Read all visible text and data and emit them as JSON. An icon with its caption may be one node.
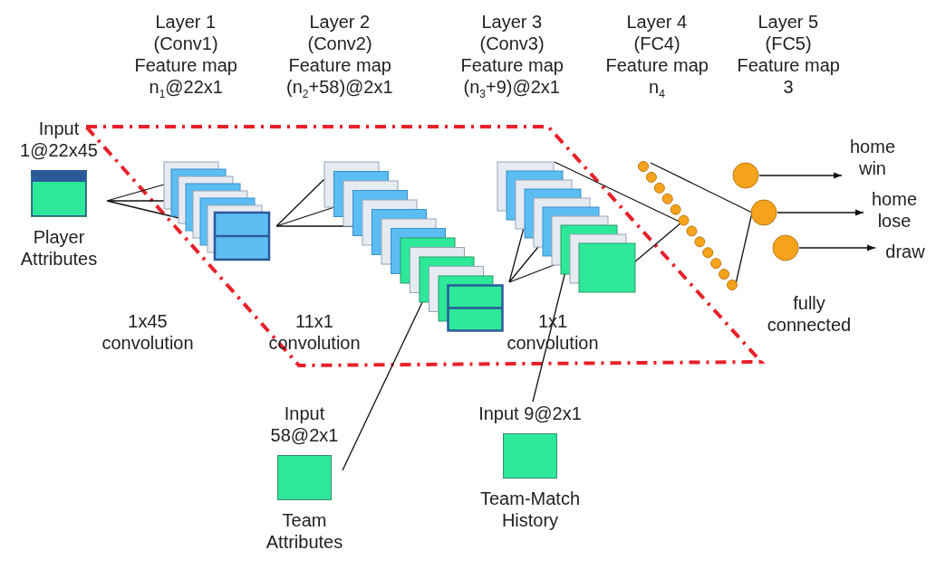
{
  "diagram": {
    "nodes": [
      {
        "text": [
          "Input 1@22x45",
          "Player Attributes"
        ]
      },
      {
        "text": [],
        "shape": "box"
      },
      {
        "text": [],
        "shape": "box"
      },
      {
        "text": [],
        "shape": "box"
      },
      {
        "text": [],
        "shape": "circle"
      },
      {
        "text": [],
        "shape": "circle"
      },
      {
        "text": [],
        "shape": "circle"
      },
      {
        "text": [],
        "shape": "circle"
      },
      {
        "text": [
          "home win"
        ]
      },
      {
        "text": [
          "home lose"
        ]
      },
      {
        "text": [
          "draw"
        ]
      },
      {
        "text": [
          "Input 58@2x1",
          "Team Attributes"
        ]
      },
      {
        "text": [
          "Input 9@2x1",
          "Team-Match History"
        ]
      }
    ],
    "edges": [
      {
        "from": 0,
        "to": 1,
        "arrow": "none"
      },
      {
        "from": 1,
        "to": 2,
        "arrow": "none"
      },
      {
        "from": 2,
        "to": 3,
        "arrow": "none"
      },
      {
        "from": 3,
        "to": 4,
        "arrow": "none"
      },
      {
        "from": 4,
        "to": 6,
        "arrow": "none"
      },
      {
        "from": 11,
        "to": 2,
        "arrow": "none"
      },
      {
        "from": 12,
        "to": 3,
        "arrow": "none"
      },
      {
        "from": 5,
        "to": 8,
        "arrow": "to"
      },
      {
        "from": 6,
        "to": 9,
        "arrow": "to"
      },
      {
        "from": 7,
        "to": 10,
        "arrow": "to"
      }
    ],
    "labels": [
      "Layer 1",
      "(Conv1)",
      "Feature map",
      "n$_{1}$@22x1",
      "Layer 2",
      "(Conv2)",
      "Feature map",
      "(n$_{2}$+58)@2x1",
      "Layer 3",
      "(Conv3)",
      "Feature map",
      "(n$_{3}$+9)@2x1",
      "Layer 4",
      "(FC4)",
      "Feature map",
      "n$_{4}$",
      "Layer 5",
      "(FC5)",
      "Feature map",
      "3",
      "1x45 convolution",
      "11x1 convolution",
      "1x1 convolution",
      "fully connected"
    ]
  }
}
